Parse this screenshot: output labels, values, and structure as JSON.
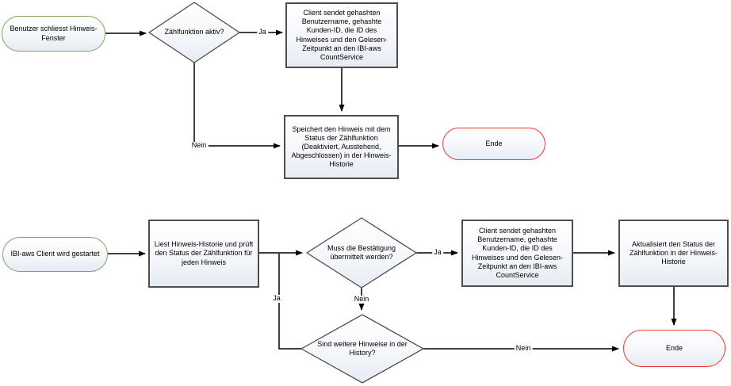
{
  "flowchart": {
    "colors": {
      "start_border": "#7da75e",
      "end_border": "#ee3a38",
      "process_border": "#4d4d4d",
      "connector": "#000000",
      "shape_fill_top": "#ffffff",
      "shape_fill_bottom": "#e7ebf3"
    },
    "nodes": {
      "start_close": {
        "type": "start",
        "label": "Benutzer schliesst Hinweis-Fenster"
      },
      "decision_count_active": {
        "type": "decision",
        "label": "Zählfunktion aktiv?"
      },
      "process_send_top": {
        "type": "process",
        "label": "Client sendet gehashten Benutzername, gehashte Kunden-ID, die ID des Hinweises und den Gelesen-Zeitpunkt an den IBI-aws CountService"
      },
      "process_store": {
        "type": "process",
        "label": "Speichert den Hinweis mit dem Status der Zählfunktion (Deaktiviert, Ausstehend, Abgeschlossen) in der Hinweis-Historie"
      },
      "end_top": {
        "type": "end",
        "label": "Ende"
      },
      "start_client": {
        "type": "start",
        "label": "IBI-aws Client wird gestartet"
      },
      "process_read": {
        "type": "process",
        "label": "Liest Hinweis-Historie und prüft den Status der Zählfunktion für jeden Hinweis"
      },
      "decision_confirm": {
        "type": "decision",
        "label": "Muss die Bestätigung übermittelt werden?"
      },
      "process_send_bottom": {
        "type": "process",
        "label": "Client sendet gehashten Benutzername, gehashte Kunden-ID, die ID des Hinweises und den Gelesen-Zeitpunkt an den IBI-aws CountService"
      },
      "process_update": {
        "type": "process",
        "label": "Aktualisiert den Status der Zählfunktion in der Hinweis-Historie"
      },
      "end_bottom": {
        "type": "end",
        "label": "Ende"
      },
      "decision_more": {
        "type": "decision",
        "label": "Sind weitere Hinweise in der History?"
      }
    },
    "edges": [
      {
        "from": "start_close",
        "to": "decision_count_active",
        "label": ""
      },
      {
        "from": "decision_count_active",
        "to": "process_send_top",
        "label": "Ja"
      },
      {
        "from": "process_send_top",
        "to": "process_store",
        "label": ""
      },
      {
        "from": "decision_count_active",
        "to": "process_store",
        "label": "Nein"
      },
      {
        "from": "process_store",
        "to": "end_top",
        "label": ""
      },
      {
        "from": "start_client",
        "to": "process_read",
        "label": ""
      },
      {
        "from": "process_read",
        "to": "decision_confirm",
        "label": ""
      },
      {
        "from": "decision_confirm",
        "to": "process_send_bottom",
        "label": "Ja"
      },
      {
        "from": "process_send_bottom",
        "to": "process_update",
        "label": ""
      },
      {
        "from": "process_update",
        "to": "end_bottom",
        "label": ""
      },
      {
        "from": "decision_confirm",
        "to": "decision_more",
        "label": "Nein"
      },
      {
        "from": "decision_more",
        "to": "end_bottom",
        "label": "Nein"
      },
      {
        "from": "decision_more",
        "to": "process_read",
        "label": "Ja"
      }
    ]
  }
}
